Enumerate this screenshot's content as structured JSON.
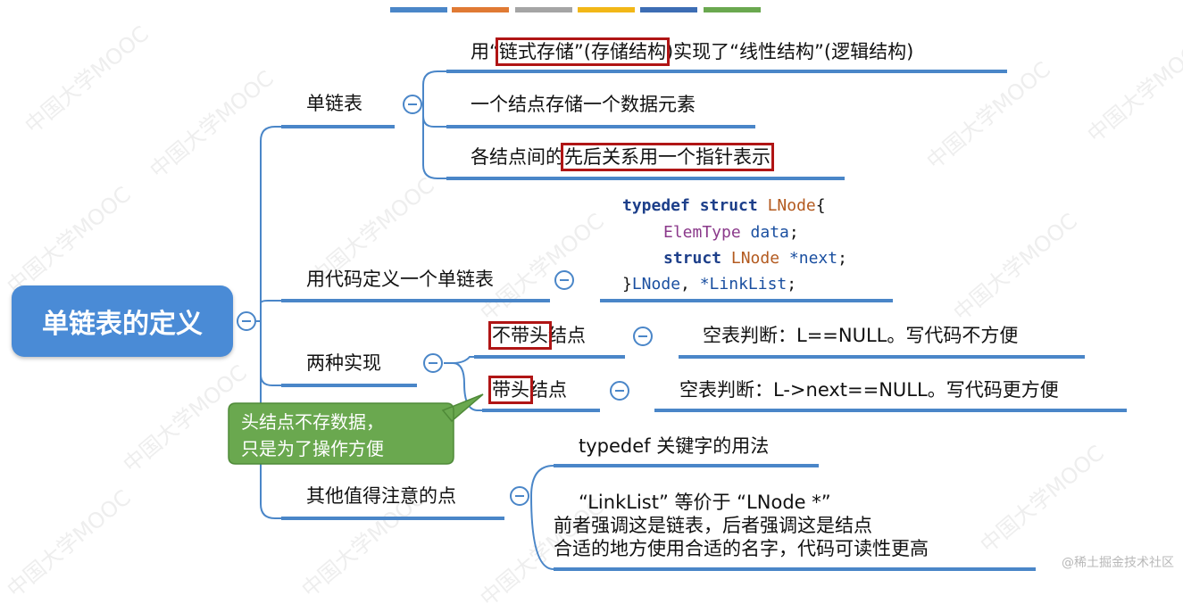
{
  "top_color_bars": [
    "#4a86c8",
    "#e07a34",
    "#a5a5a5",
    "#f2b717",
    "#3d6db4",
    "#6aa84f"
  ],
  "root": {
    "label": "单链表的定义"
  },
  "branches": {
    "single_list": {
      "label": "单链表",
      "items": [
        {
          "pre": "用“",
          "hl1": "链式存储”(存储结构",
          "mid": ")实现了“线性结构”(逻辑结构)"
        },
        {
          "text": "一个结点存储一个数据元素"
        },
        {
          "pre": "各结点间的",
          "hl": "先后关系用一个指针表示"
        }
      ]
    },
    "code_define": {
      "label": "用代码定义一个单链表",
      "code": {
        "l1_kw1": "typedef",
        "l1_kw2": "struct",
        "l1_id": "LNode",
        "l1_end": "{",
        "l2_ty": "ElemType",
        "l2_var": "data",
        "l2_end": ";",
        "l3_kw": "struct",
        "l3_id": "LNode",
        "l3_var": "*next",
        "l3_end": ";",
        "l4_start": "}",
        "l4_id1": "LNode",
        "l4_sep": ", ",
        "l4_id2": "*LinkList",
        "l4_end": ";"
      }
    },
    "two_impl": {
      "label": "两种实现",
      "items": [
        {
          "hl": "不带头",
          "rest": "结点",
          "detail": "空表判断：L==NULL。写代码不方便"
        },
        {
          "hl": "带头",
          "rest": "结点",
          "detail": "空表判断：L->next==NULL。写代码更方便"
        }
      ],
      "callout_line1": "头结点不存数据，",
      "callout_line2": "只是为了操作方便",
      "callout_color": "#6aa84f"
    },
    "others": {
      "label": "其他值得注意的点",
      "items": [
        {
          "text": "typedef 关键字的用法"
        },
        {
          "line1": "“LinkList” 等价于 “LNode *”",
          "line2": "前者强调这是链表，后者强调这是结点",
          "line3": "合适的地方使用合适的名字，代码可读性更高"
        }
      ]
    }
  },
  "collapse_symbol": "−",
  "watermark": "@稀土掘金技术社区",
  "bg_watermark": "中国大学MOOC",
  "line_color": "#4a86c8"
}
